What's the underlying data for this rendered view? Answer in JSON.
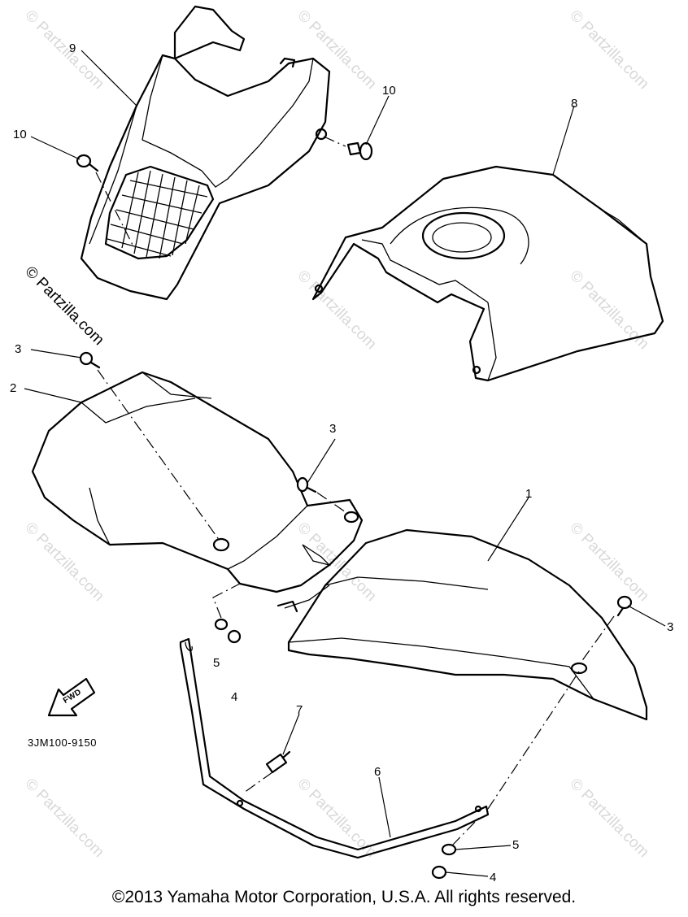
{
  "diagram": {
    "watermark": "© Partzilla.com",
    "part_code": "3JM100-9150",
    "fwd_label": "FWD",
    "copyright": "©2013 Yamaha Motor Corporation, U.S.A. All rights reserved.",
    "callouts": {
      "c10a": "10",
      "c10b": "10",
      "c9": "9",
      "c8": "8",
      "c3a": "3",
      "c2": "2",
      "c3b": "3",
      "c1": "1",
      "c3c": "3",
      "c5a": "5",
      "c4a": "4",
      "c7": "7",
      "c6": "6",
      "c5b": "5",
      "c4b": "4"
    }
  }
}
